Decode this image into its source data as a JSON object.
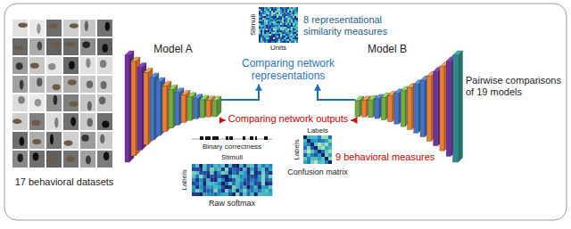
{
  "diagram": {
    "nodes": [
      {
        "text": [
          "Model A"
        ]
      },
      {
        "text": [
          "Model B"
        ]
      },
      {
        "text": [
          "Comparing network representations"
        ]
      },
      {
        "text": [
          "Comparing network outputs"
        ]
      }
    ],
    "edges": [
      {
        "from": 0,
        "to": 2,
        "arrow": "to"
      },
      {
        "from": 1,
        "to": 2,
        "arrow": "to"
      },
      {
        "from": 0,
        "to": 3,
        "arrow": "to"
      },
      {
        "from": 1,
        "to": 3,
        "arrow": "to"
      }
    ],
    "labels": [
      "8 representational similarity measures",
      "Stimuli",
      "Units",
      "17 behavioral datasets",
      "Pairwise comparisons of 19 models",
      "Binary correctness",
      "Stimuli",
      "Labels",
      "Raw softmax",
      "Labels",
      "Labels",
      "Confusion matrix",
      "9 behavioral measures"
    ]
  }
}
